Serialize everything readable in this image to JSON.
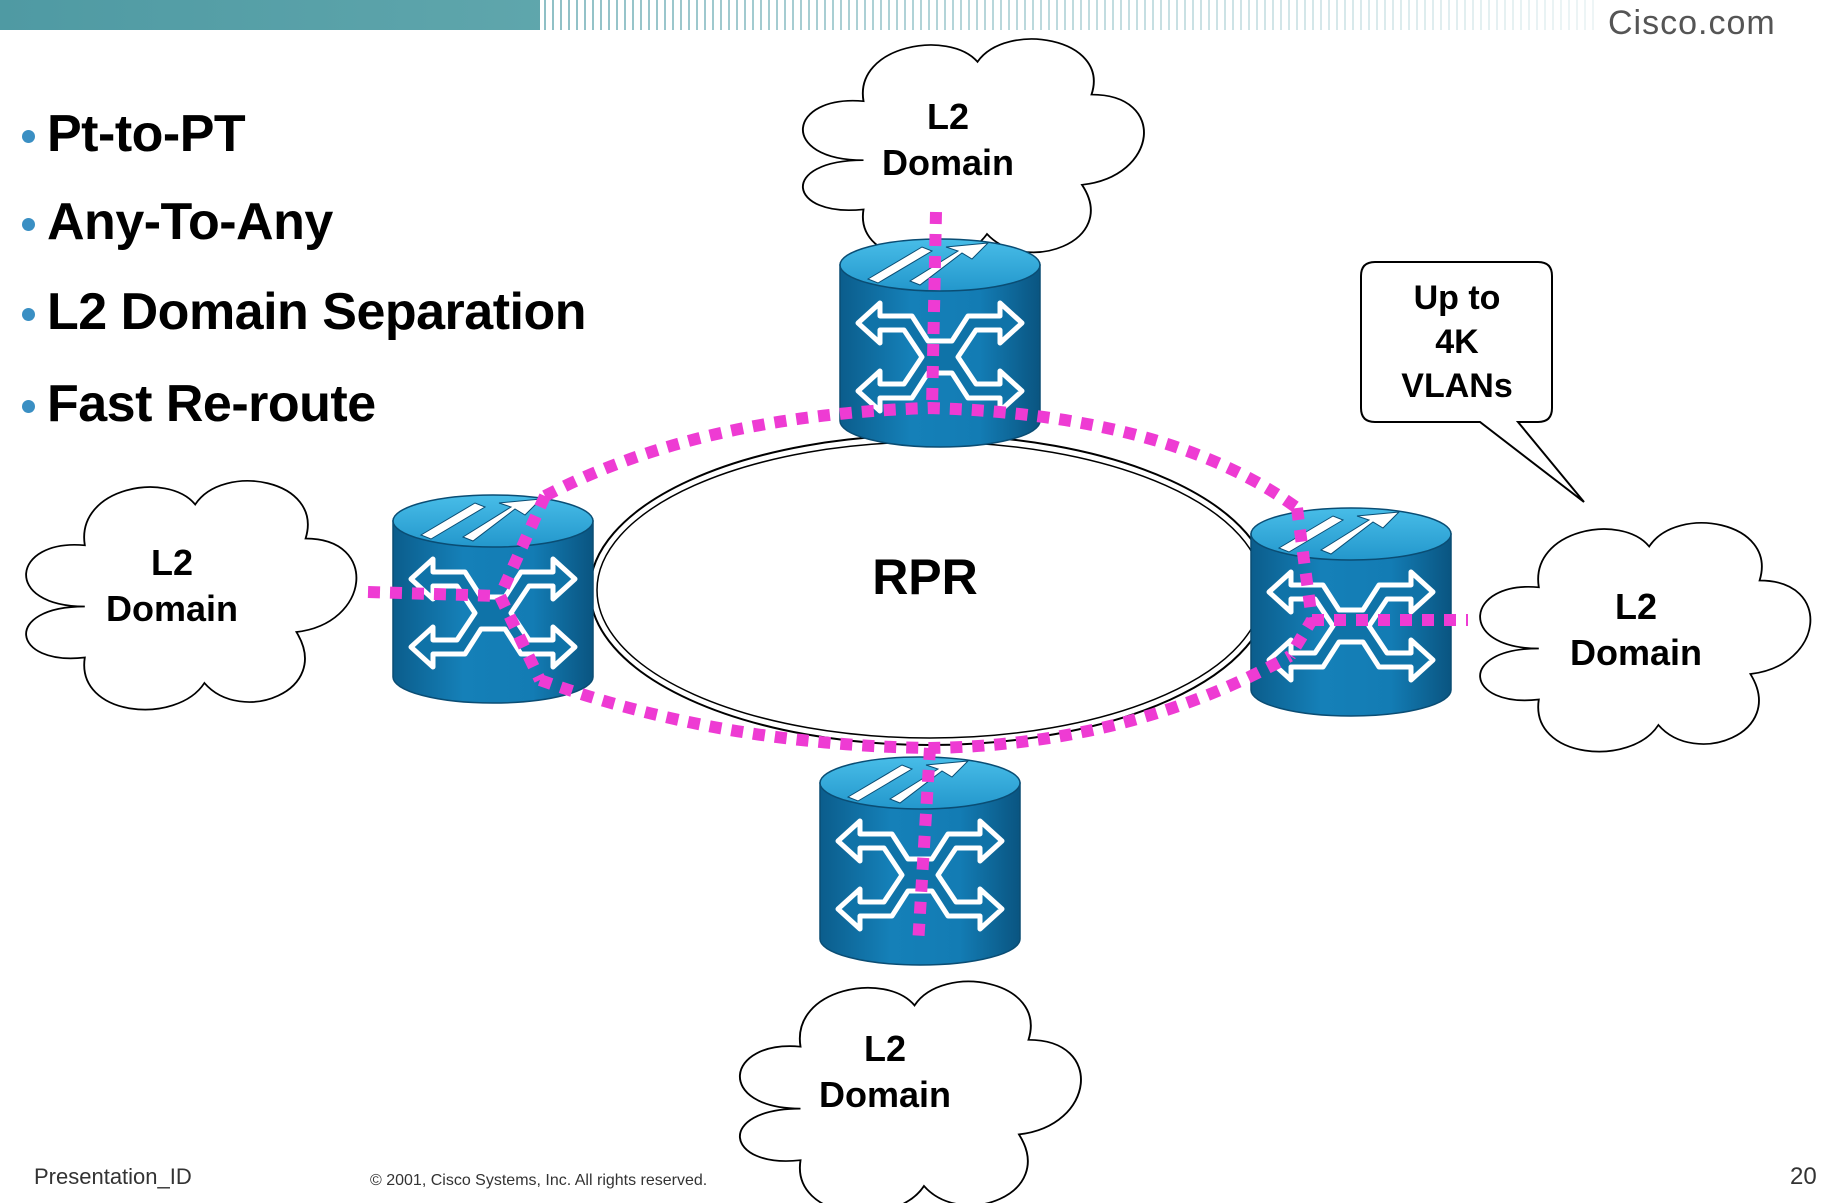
{
  "header": {
    "brand": "Cisco.com"
  },
  "bullets": [
    "Pt-to-PT",
    "Any-To-Any",
    "L2 Domain Separation",
    "Fast Re-route"
  ],
  "diagram": {
    "ring_label": "RPR",
    "cloud_label_line1": "L2",
    "cloud_label_line2": "Domain",
    "callout_lines": [
      "Up to",
      "4K",
      "VLANs"
    ],
    "colors": {
      "router_fill": "#0f73a8",
      "router_top": "#35a8d8",
      "dotted_path": "#ee3bd3",
      "header_bar": "#5b9ea7"
    }
  },
  "footer": {
    "presentation_id": "Presentation_ID",
    "copyright": "© 2001, Cisco Systems, Inc. All rights reserved.",
    "page_number": "20"
  }
}
